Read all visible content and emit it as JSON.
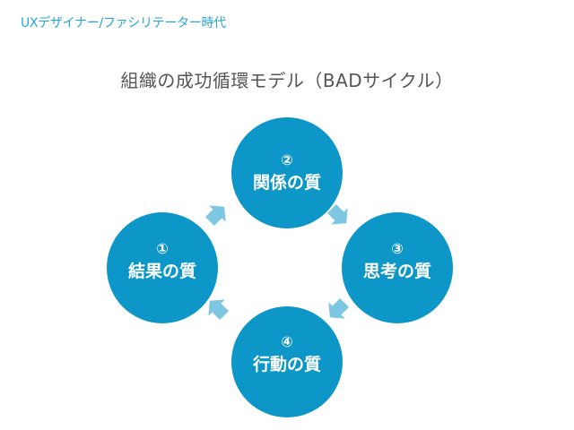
{
  "header": {
    "text": "UXデザイナー/ファシリテーター時代"
  },
  "title": {
    "text": "組織の成功循環モデル（BADサイクル）"
  },
  "colors": {
    "circle": "#0d96c8",
    "arrow": "#7dc7e3",
    "header": "#29a6d6",
    "title": "#555555"
  },
  "cycle": {
    "nodes": [
      {
        "id": "result",
        "number": "①",
        "label": "結果の質",
        "position": "left"
      },
      {
        "id": "relationship",
        "number": "②",
        "label": "関係の質",
        "position": "top"
      },
      {
        "id": "thinking",
        "number": "③",
        "label": "思考の質",
        "position": "right"
      },
      {
        "id": "action",
        "number": "④",
        "label": "行動の質",
        "position": "bottom"
      }
    ],
    "arrows": [
      {
        "from": "result",
        "to": "relationship",
        "direction": "up-right"
      },
      {
        "from": "relationship",
        "to": "thinking",
        "direction": "down-right"
      },
      {
        "from": "thinking",
        "to": "action",
        "direction": "down-left"
      },
      {
        "from": "action",
        "to": "result",
        "direction": "up-left"
      }
    ]
  }
}
